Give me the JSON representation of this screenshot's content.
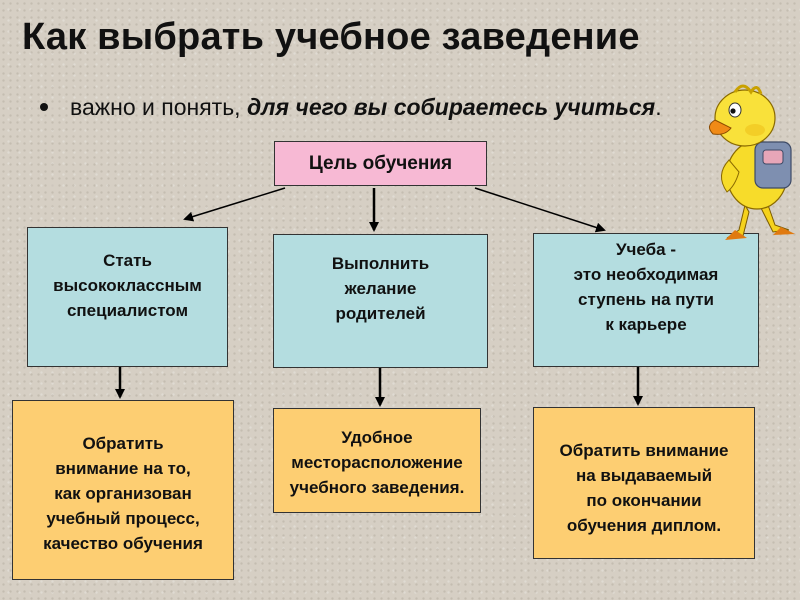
{
  "title": "Как выбрать учебное заведение",
  "bullet": {
    "normal": "важно и понять, ",
    "emphasis": "для чего вы собираетесь учиться",
    "end": "."
  },
  "diagram": {
    "goal": "Цель обучения",
    "reasons": [
      "Стать\nвысококлассным\nспециалистом",
      "Выполнить\nжелание\nродителей",
      "Учеба -\nэто необходимая\nступень на пути\nк карьере"
    ],
    "advice": [
      "Обратить\nвнимание на то,\nкак организован\nучебный процесс,\nкачество обучения",
      "Удобное\nместорасположение\nучебного заведения.",
      "Обратить внимание\nна выдаваемый\nпо окончании\nобучения диплом."
    ]
  },
  "colors": {
    "background": "#d6cfc4",
    "goal_fill": "#f7b9d4",
    "reason_fill": "#b4dde0",
    "advice_fill": "#fdce72"
  },
  "decoration": {
    "image": "cartoon-duck-icon"
  }
}
